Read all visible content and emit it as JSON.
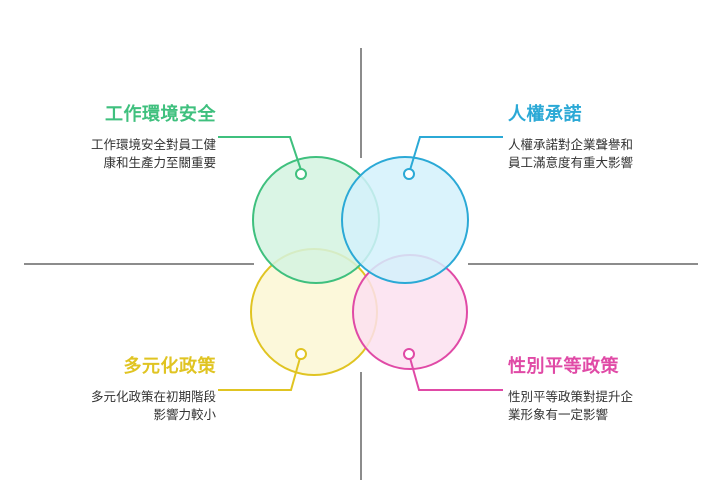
{
  "quadrants": {
    "top_left": {
      "title": "工作環境安全",
      "desc_line1": "工作環境安全對員工健",
      "desc_line2": "康和生產力至關重要",
      "color": "#3fc07e",
      "fill": "#d4f3e1"
    },
    "top_right": {
      "title": "人權承諾",
      "desc_line1": "人權承諾對企業聲譽和",
      "desc_line2": "員工滿意度有重大影響",
      "color": "#2ba9d6",
      "fill": "#d3f1fb"
    },
    "bottom_left": {
      "title": "多元化政策",
      "desc_line1": "多元化政策在初期階段",
      "desc_line2": "影響力較小",
      "color": "#e0c422",
      "fill": "#fcf7d4"
    },
    "bottom_right": {
      "title": "性別平等政策",
      "desc_line1": "性別平等政策對提升企",
      "desc_line2": "業形象有一定影響",
      "color": "#e04aa6",
      "fill": "#fce1f0"
    }
  }
}
